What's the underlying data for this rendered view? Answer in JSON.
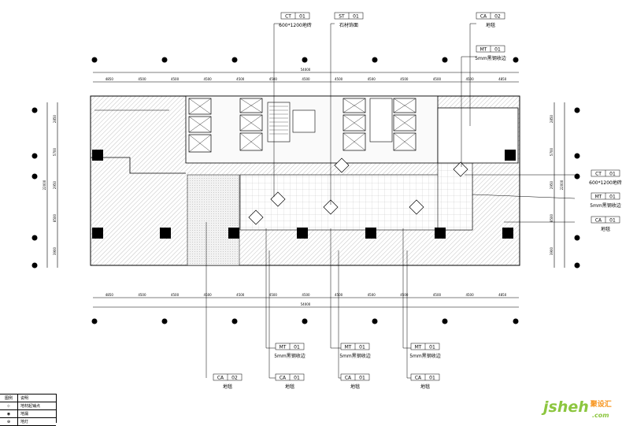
{
  "tags": [
    {
      "id": "t1",
      "code": "CT",
      "num": "01",
      "desc": "600*1200地砖"
    },
    {
      "id": "t2",
      "code": "ST",
      "num": "01",
      "desc": "石材饰面"
    },
    {
      "id": "t3",
      "code": "CA",
      "num": "02",
      "desc": "地毯"
    },
    {
      "id": "t4",
      "code": "MT",
      "num": "01",
      "desc": "5mm黑钢收边"
    },
    {
      "id": "t5",
      "code": "CT",
      "num": "01",
      "desc": "600*1200地砖"
    },
    {
      "id": "t6",
      "code": "MT",
      "num": "01",
      "desc": "5mm黑钢收边"
    },
    {
      "id": "t7",
      "code": "CA",
      "num": "01",
      "desc": "地毯"
    },
    {
      "id": "t8",
      "code": "MT",
      "num": "01",
      "desc": "5mm黑钢收边"
    },
    {
      "id": "t9",
      "code": "MT",
      "num": "01",
      "desc": "5mm黑钢收边"
    },
    {
      "id": "t10",
      "code": "MT",
      "num": "01",
      "desc": "5mm黑钢收边"
    },
    {
      "id": "t11",
      "code": "CA",
      "num": "02",
      "desc": "地毯"
    },
    {
      "id": "t12",
      "code": "CA",
      "num": "01",
      "desc": "地毯"
    },
    {
      "id": "t13",
      "code": "CA",
      "num": "01",
      "desc": "地毯"
    },
    {
      "id": "t14",
      "code": "CA",
      "num": "01",
      "desc": "地毯"
    }
  ],
  "dimensions": {
    "top_total": "54000",
    "bottom_total": "54000",
    "top_segments": [
      "4850",
      "4500",
      "4500",
      "4500",
      "4500",
      "4500",
      "4500",
      "4500",
      "4500",
      "4500",
      "4500",
      "4500",
      "4850"
    ],
    "bottom_segments": [
      "4850",
      "4500",
      "4500",
      "4500",
      "4500",
      "4500",
      "4500",
      "4500",
      "4500",
      "4500",
      "4500",
      "4500",
      "4850"
    ],
    "left_total": "22000",
    "left_segments": [
      "2850",
      "5700",
      "2950",
      "8500",
      "3900"
    ],
    "right_total": "22000",
    "right_segments": [
      "2850",
      "5700",
      "2950",
      "8500",
      "3900"
    ]
  },
  "legend": {
    "col_symbol": "图例",
    "col_desc": "说明",
    "rows": [
      {
        "desc": "地材起铺点"
      },
      {
        "desc": "地漏"
      },
      {
        "desc": "地灯"
      }
    ]
  },
  "brand": {
    "main": "jsheh",
    "cn": "聚设汇",
    "sub": ".com"
  }
}
